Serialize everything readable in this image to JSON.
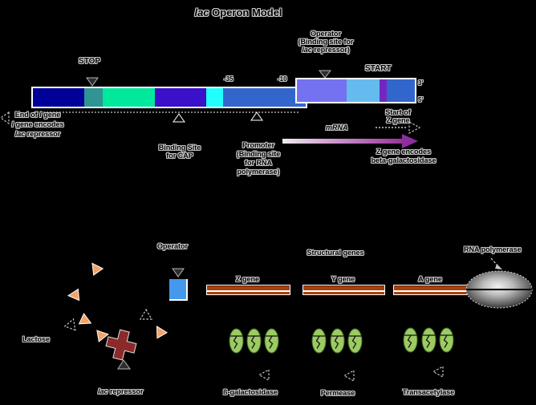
{
  "title": {
    "em": "lac",
    "rest": " Operon Model"
  },
  "colors": {
    "lactose_orange": "#F5A263",
    "repressor_red": "#8B2A2A",
    "operator_blue": "#4499EE",
    "gene_brown": "#A6400F",
    "gene_brown_dark": "#6B1A00",
    "protein_green": "#9CCB62",
    "protein_green_dark": "#3F6B22",
    "mrna_purple": "#993399"
  },
  "top": {
    "stop": "STOP",
    "operator": {
      "l1": "Operator",
      "l2": "(Binding site for",
      "em": "lac",
      "rest": " repressor)"
    },
    "start": "START",
    "minus35": "-35",
    "minus10": "-10",
    "three_prime": "3'",
    "five_prime": "5'",
    "end_gene": {
      "pre": "End of ",
      "em": "I",
      "post": " gene"
    },
    "i_gene": {
      "l1_em": "I",
      "l1_rest": " gene encodes",
      "l2_em": "lac",
      "l2_rest": " repressor"
    },
    "cap": {
      "l1": "Binding Site",
      "l2": "for CAP"
    },
    "promoter": {
      "l1": "Promoter",
      "l2": "(Binding site",
      "l3": "for RNA",
      "l4": "polymerase)"
    },
    "mrna": "mRNA",
    "start_z": {
      "l1": "Start of",
      "l2": "Z gene"
    },
    "z_encodes": {
      "l1": "Z gene encodes",
      "l2": "beta-galactosidase"
    },
    "bars": {
      "main": [
        {
          "w": 64,
          "c": "#000099"
        },
        {
          "w": 23,
          "c": "#2E9494"
        },
        {
          "w": 65,
          "c": "#00E89C"
        },
        {
          "w": 64,
          "c": "#3A10C8"
        },
        {
          "w": 21,
          "c": "#22FFFF"
        },
        {
          "w": 103,
          "c": "#3366CC"
        }
      ],
      "operator": [
        {
          "w": 62,
          "c": "#7472F0"
        },
        {
          "w": 41,
          "c": "#66BBEE"
        },
        {
          "w": 9,
          "c": "#7228C0"
        },
        {
          "w": 35,
          "c": "#3366CC"
        }
      ]
    }
  },
  "bottom": {
    "operator": "Operator",
    "lactose": "Lactose",
    "repressor": {
      "em": "lac",
      "rest": " repressor"
    },
    "structural": "Structural genes",
    "genes": [
      "Z gene",
      "Y gene",
      "A gene"
    ],
    "rna_polymerase": "RNA polymerase",
    "enzymes": [
      "ß-galactosidase",
      "Permease",
      "Transacetylase"
    ]
  }
}
